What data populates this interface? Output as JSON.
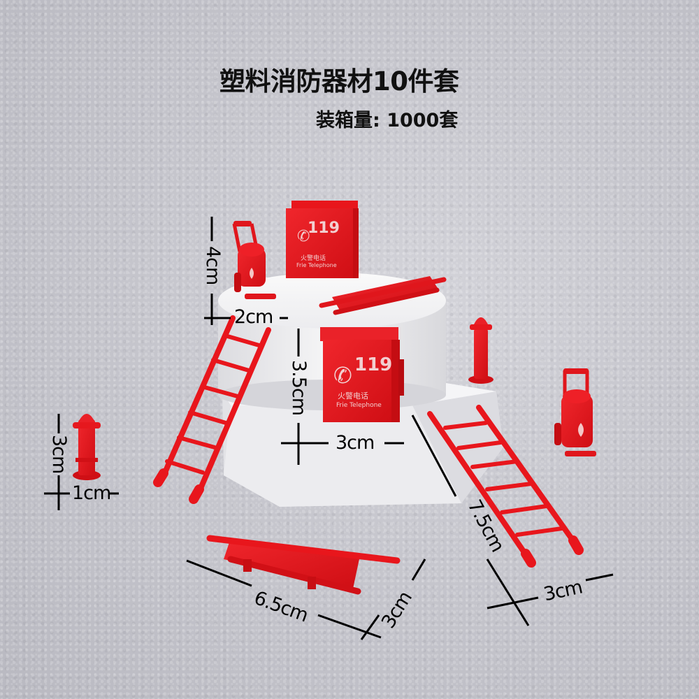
{
  "header": {
    "title": "塑料消防器材10件套",
    "packing_quantity": "装箱量: 1000套"
  },
  "products": [
    {
      "name": "fire-extinguisher-cart",
      "dims": [
        "4cm",
        "2cm"
      ]
    },
    {
      "name": "fire-telephone-box",
      "dims": [
        "3.5cm",
        "3cm"
      ],
      "box_number": "119",
      "box_label_cn": "火警电话",
      "box_label_en": "Frie Telephone"
    },
    {
      "name": "fire-hydrant",
      "dims": [
        "3cm",
        "1cm"
      ]
    },
    {
      "name": "stretcher",
      "dims": [
        "6.5cm",
        "3cm"
      ]
    },
    {
      "name": "ladder",
      "dims": [
        "7.5cm",
        "3cm"
      ]
    }
  ],
  "labels": {
    "extinguisher_height": "4cm",
    "extinguisher_width": "2cm",
    "phone_height": "3.5cm",
    "phone_width": "3cm",
    "hydrant_height": "3cm",
    "hydrant_width": "1cm",
    "stretcher_length": "6.5cm",
    "stretcher_width": "3cm",
    "ladder_length": "7.5cm",
    "ladder_width": "3cm"
  },
  "phone_box": {
    "number": "119",
    "label_cn": "火警电话",
    "label_en": "Frie Telephone"
  },
  "colors": {
    "product_red": "#e8141b",
    "background_gray": "#c6c6cd",
    "pedestal_white": "#f4f4f6",
    "text_black": "#111111"
  }
}
